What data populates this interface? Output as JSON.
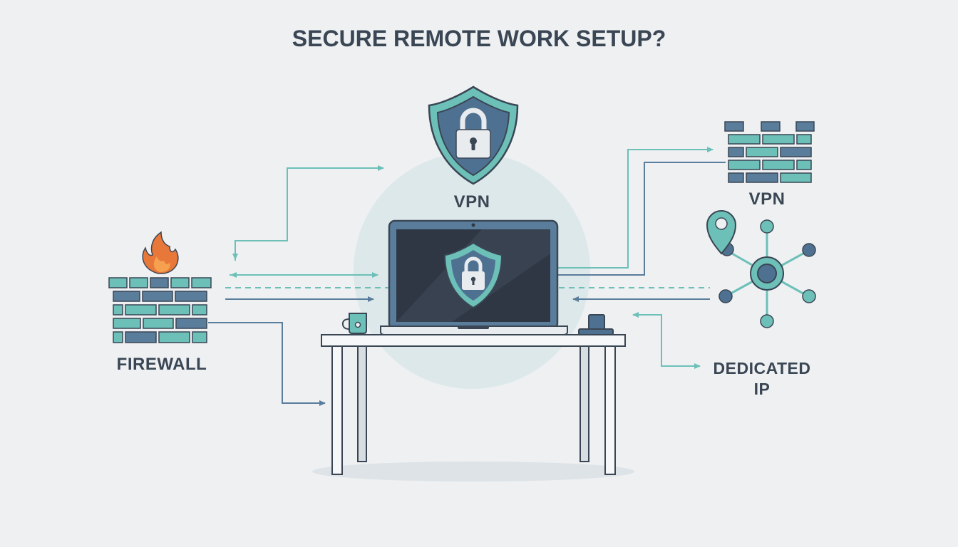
{
  "title": "SECURE REMOTE WORK SETUP?",
  "labels": {
    "vpn_top": "VPN",
    "vpn_right": "VPN",
    "firewall": "FIREWALL",
    "dedicated_ip_line1": "DEDICATED",
    "dedicated_ip_line2": "IP"
  },
  "icons": {
    "vpn_top": "shield-lock-icon",
    "laptop_screen": "shield-lock-icon",
    "firewall": "flame-brick-wall-icon",
    "vpn_right": "brick-wall-icon",
    "dedicated_ip": "location-pin-network-icon",
    "mug": "coffee-mug-icon",
    "desk_device": "desk-device-icon"
  },
  "colors": {
    "background": "#eef0f2",
    "text": "#3a4654",
    "teal": "#6cc0b8",
    "teal_dark": "#3f8f89",
    "steel_blue": "#5a7d9c",
    "navy": "#3f5f7f",
    "outline": "#3a4654",
    "flame": "#e8773a",
    "screen": "#2f3744"
  }
}
